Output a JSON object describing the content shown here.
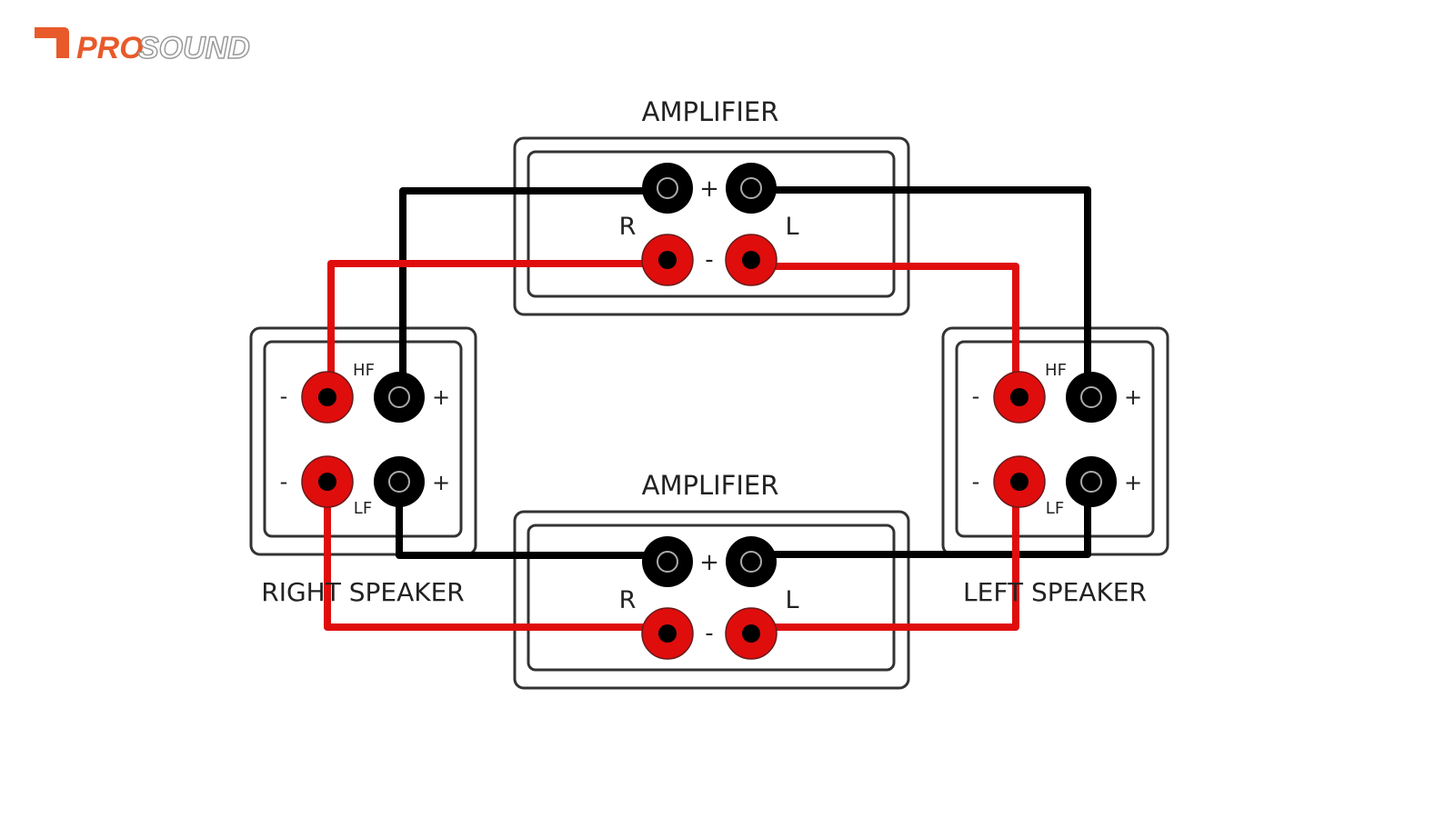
{
  "logo": {
    "text_pro": "PRO",
    "text_sound": "SOUND",
    "colors": {
      "pro": "#e85a2a",
      "sound": "#ffffff"
    }
  },
  "colors": {
    "positive_wire": "#000000",
    "negative_wire": "#e00d0d",
    "box": "#333333"
  },
  "amplifiers": [
    {
      "title": "AMPLIFIER",
      "left_label": "R",
      "right_label": "L",
      "plus": "+",
      "minus": "-"
    },
    {
      "title": "AMPLIFIER",
      "left_label": "R",
      "right_label": "L",
      "plus": "+",
      "minus": "-"
    }
  ],
  "speakers": [
    {
      "name": "RIGHT SPEAKER",
      "hf": "HF",
      "lf": "LF",
      "minus": "-",
      "plus": "+"
    },
    {
      "name": "LEFT SPEAKER",
      "hf": "HF",
      "lf": "LF",
      "minus": "-",
      "plus": "+"
    }
  ]
}
